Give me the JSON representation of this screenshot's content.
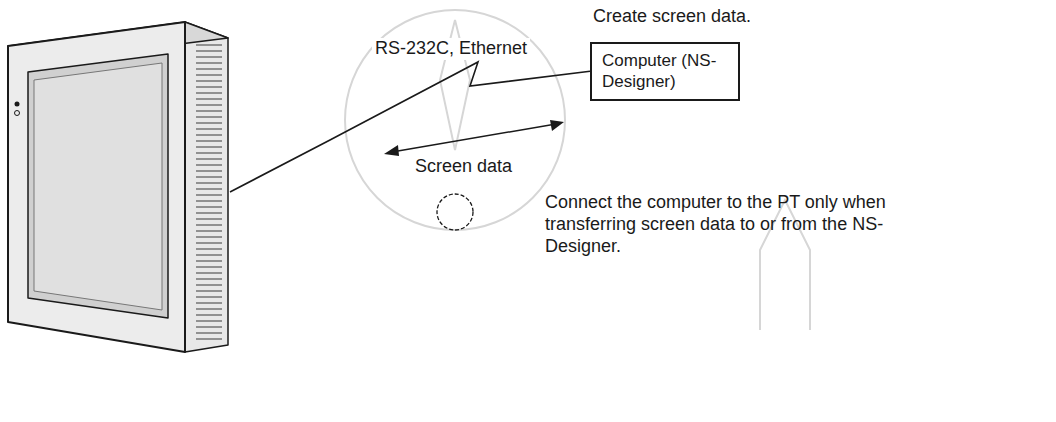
{
  "diagram": {
    "nodes": [
      {
        "text": [
          "Computer (NS-Designer)"
        ]
      }
    ],
    "edges": [],
    "labels": [
      "Create screen data.",
      "RS-232C, Ethernet",
      "Screen data",
      "Connect the computer to the PT only when transferring screen data to or from the NS-Designer."
    ]
  }
}
